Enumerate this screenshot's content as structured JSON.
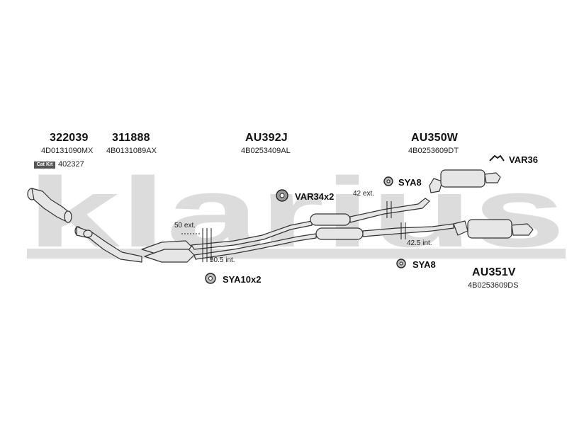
{
  "watermark": {
    "text": "klarius",
    "color": "#d9d9d9"
  },
  "parts": [
    {
      "number": "322039",
      "oe": "4D0131090MX"
    },
    {
      "number": "311888",
      "oe": "4B0131089AX"
    },
    {
      "number": "AU392J",
      "oe": "4B0253409AL"
    },
    {
      "number": "AU350W",
      "oe": "4B0253609DT"
    },
    {
      "number": "AU351V",
      "oe": "4B0253609DS"
    }
  ],
  "cat_kit": {
    "badge": "Cat Kit",
    "number": "402327"
  },
  "accessories": [
    {
      "label": "VAR36",
      "icon": "hanger-clip-icon"
    },
    {
      "label": "SYA8",
      "icon": "rubber-mount-icon"
    },
    {
      "label": "VAR34x2",
      "icon": "rubber-mount-icon"
    },
    {
      "label": "SYA8",
      "icon": "rubber-mount-icon"
    },
    {
      "label": "SYA10x2",
      "icon": "rubber-mount-icon"
    }
  ],
  "dimensions": [
    {
      "label": "50 ext."
    },
    {
      "label": "50.5 int."
    },
    {
      "label": "42 ext."
    },
    {
      "label": "42.5 int."
    }
  ],
  "colors": {
    "pipe_fill": "#e6e6e6",
    "pipe_stroke": "#333333"
  }
}
